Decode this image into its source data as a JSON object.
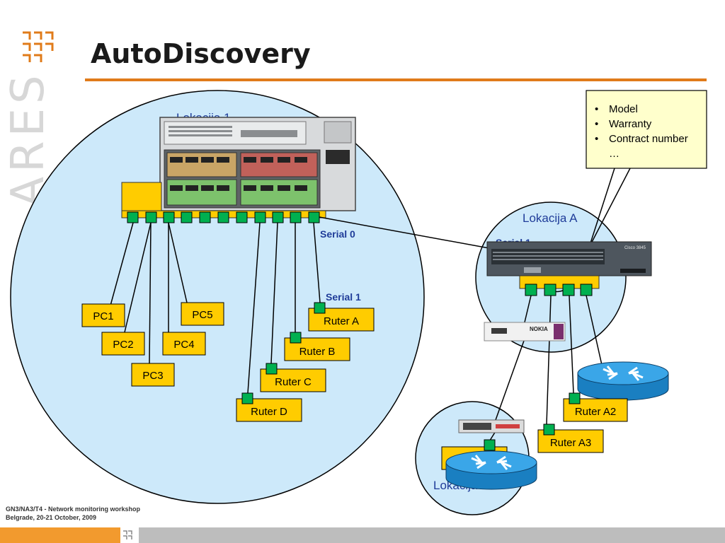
{
  "slide": {
    "title": "AutoDiscovery",
    "sidebar_watermark": "ARES",
    "footer_line1": "GN3/NA3/T4 - Network monitoring workshop",
    "footer_line2": "Belgrade, 20-21 October, 2009"
  },
  "locations": {
    "loc1": "Lokacija 1",
    "locA": "Lokacija A",
    "locA3": "Lokacija A3"
  },
  "interfaces": {
    "serial0": "Serial 0",
    "serial1_left": "Serial 1",
    "serial1_right": "Serial 1"
  },
  "nodes": {
    "pc1": "PC1",
    "pc2": "PC2",
    "pc3": "PC3",
    "pc4": "PC4",
    "pc5": "PC5",
    "ruter_a": "Ruter A",
    "ruter_b": "Ruter B",
    "ruter_c": "Ruter C",
    "ruter_d": "Ruter D",
    "ruter_a2": "Ruter A2",
    "ruter_a3": "Ruter A3"
  },
  "callout": {
    "items": [
      "Model",
      "Warranty",
      "Contract number"
    ],
    "more": "…"
  },
  "devices": {
    "nokia_label": "NOKIA",
    "cisco_label": "Cisco 3845"
  },
  "colors": {
    "accent": "#e07b1a",
    "circle_fill": "#cde9fa",
    "node_fill": "#ffcc00",
    "port_fill": "#00b050",
    "label_blue": "#1f3c99"
  }
}
